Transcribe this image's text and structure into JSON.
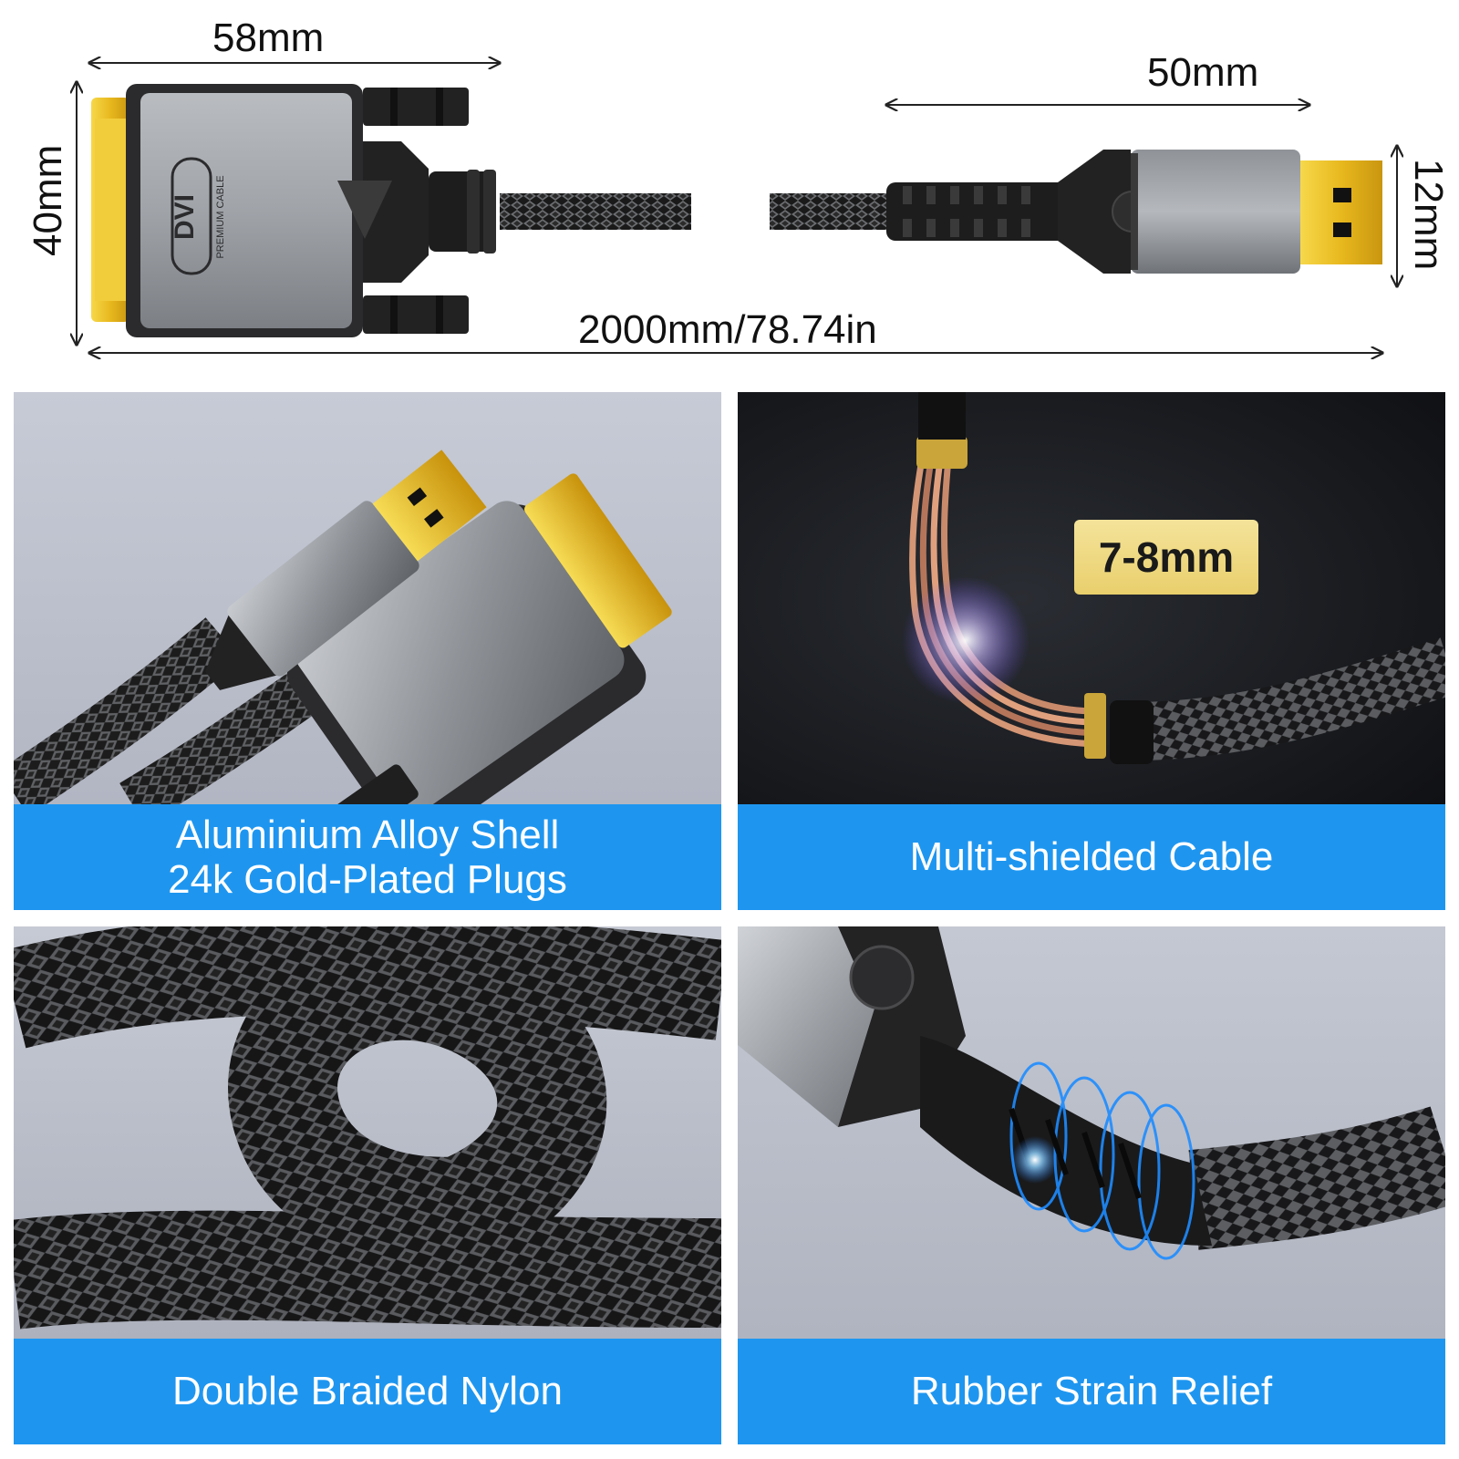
{
  "diagram": {
    "dvi_width": "58mm",
    "dvi_height": "40mm",
    "dp_length": "50mm",
    "dp_height": "12mm",
    "cable_length": "2000mm/78.74in",
    "dvi_logo": "DVI",
    "dvi_sublabel": "PREMIUM CABLE"
  },
  "panels": [
    {
      "caption_line1": "Aluminium Alloy Shell",
      "caption_line2": "24k Gold-Plated Plugs"
    },
    {
      "caption": "Multi-shielded Cable",
      "badge": "7-8mm"
    },
    {
      "caption": "Double Braided Nylon"
    },
    {
      "caption": "Rubber Strain Relief"
    }
  ],
  "colors": {
    "caption_blue": "#1e96f0",
    "gold": "#e8b81e",
    "aluminium": "#9a9ea3",
    "cable_black": "#1c1c1c",
    "badge_gold": "#eed67a"
  }
}
